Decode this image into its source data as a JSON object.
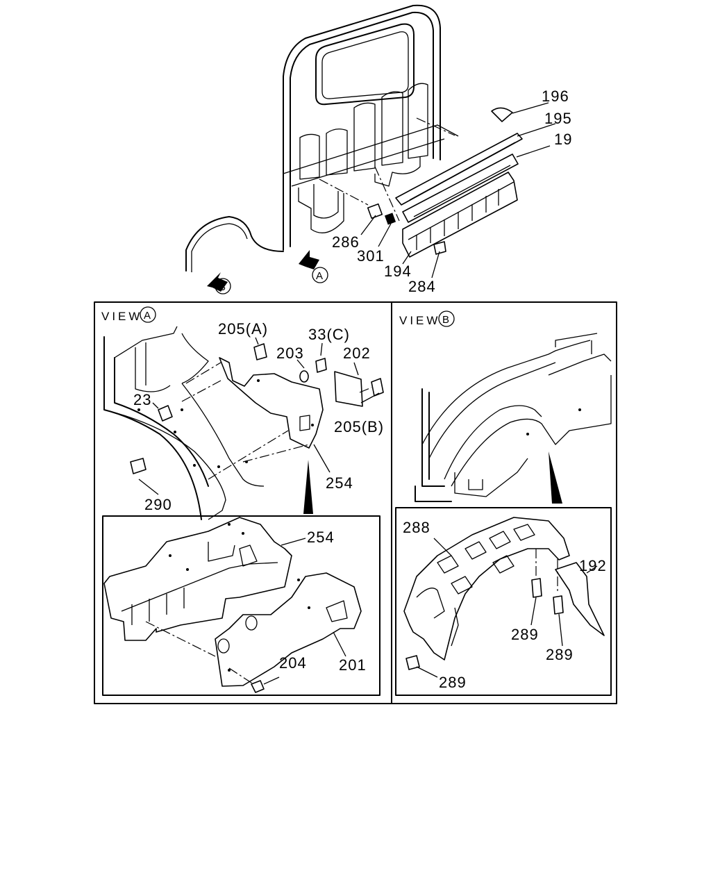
{
  "top": {
    "callouts": [
      "196",
      "195",
      "19",
      "286",
      "301",
      "194",
      "284"
    ],
    "arrow_a": "A",
    "arrow_b": "B"
  },
  "view_a": {
    "label": "VIEW",
    "letter": "A",
    "callouts": [
      "205(A)",
      "33(C)",
      "203",
      "202",
      "23",
      "205(B)",
      "290",
      "254",
      "254",
      "204",
      "201"
    ]
  },
  "view_b": {
    "label": "VIEW",
    "letter": "B",
    "callouts": [
      "288",
      "192",
      "289",
      "289",
      "289"
    ]
  }
}
